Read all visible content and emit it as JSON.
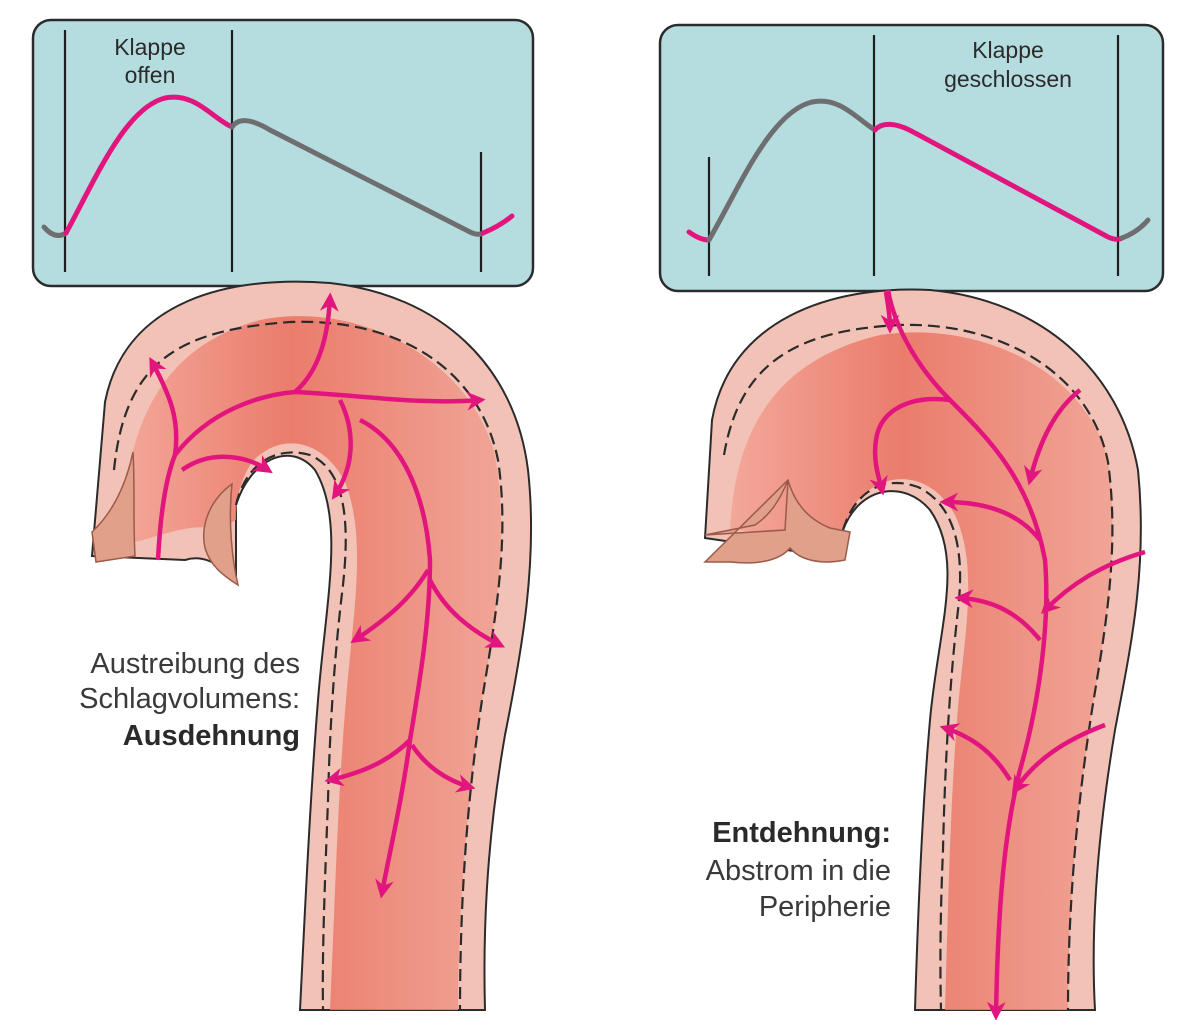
{
  "left_panel": {
    "valve_label_line1": "Klappe",
    "valve_label_line2": "offen",
    "caption_line1": "Austreibung des",
    "caption_line2": "Schlagvolumens:",
    "caption_bold": "Ausdehnung"
  },
  "right_panel": {
    "valve_label_line1": "Klappe",
    "valve_label_line2": "geschlossen",
    "caption_bold": "Entdehnung:",
    "caption_line2": "Abstrom in die",
    "caption_line3": "Peripherie"
  },
  "colors": {
    "graph_background": "#b5dde0",
    "highlight_curve": "#e2157f",
    "inactive_curve": "#6e6e70",
    "arrow": "#e2157f",
    "vessel_wall": "#f3c2b6",
    "vessel_lumen": "#ec8878",
    "valve_leaflet": "#e0a08a"
  }
}
